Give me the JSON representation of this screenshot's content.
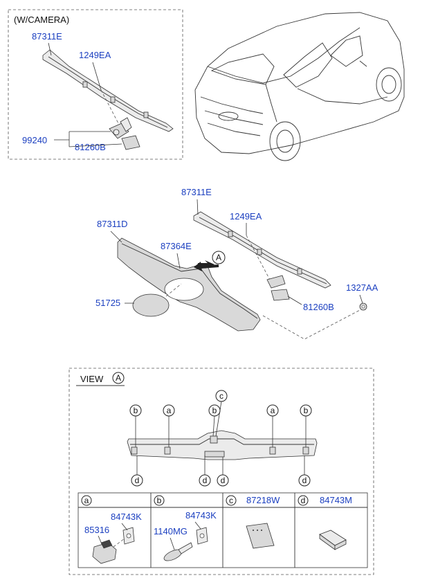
{
  "camera_box": {
    "title": "(W/CAMERA)",
    "labels": [
      "87311E",
      "1249EA",
      "99240",
      "81260B"
    ]
  },
  "main": {
    "labels": [
      "87311E",
      "87311D",
      "1249EA",
      "87364E",
      "51725",
      "81260B",
      "1327AA"
    ],
    "view_marker": "A"
  },
  "view": {
    "title": "VIEW",
    "marker": "A",
    "top_markers": [
      "b",
      "a",
      "c",
      "b",
      "a",
      "b"
    ],
    "bottom_markers": [
      "d",
      "d",
      "d",
      "d"
    ]
  },
  "legend": {
    "cells": [
      {
        "key": "a",
        "header_part": "",
        "parts": [
          "84743K",
          "85316"
        ]
      },
      {
        "key": "b",
        "header_part": "",
        "parts": [
          "84743K",
          "1140MG"
        ]
      },
      {
        "key": "c",
        "header_part": "87218W",
        "parts": []
      },
      {
        "key": "d",
        "header_part": "84743M",
        "parts": []
      }
    ]
  },
  "colors": {
    "label": "#1b3fc0",
    "line": "#333333"
  }
}
